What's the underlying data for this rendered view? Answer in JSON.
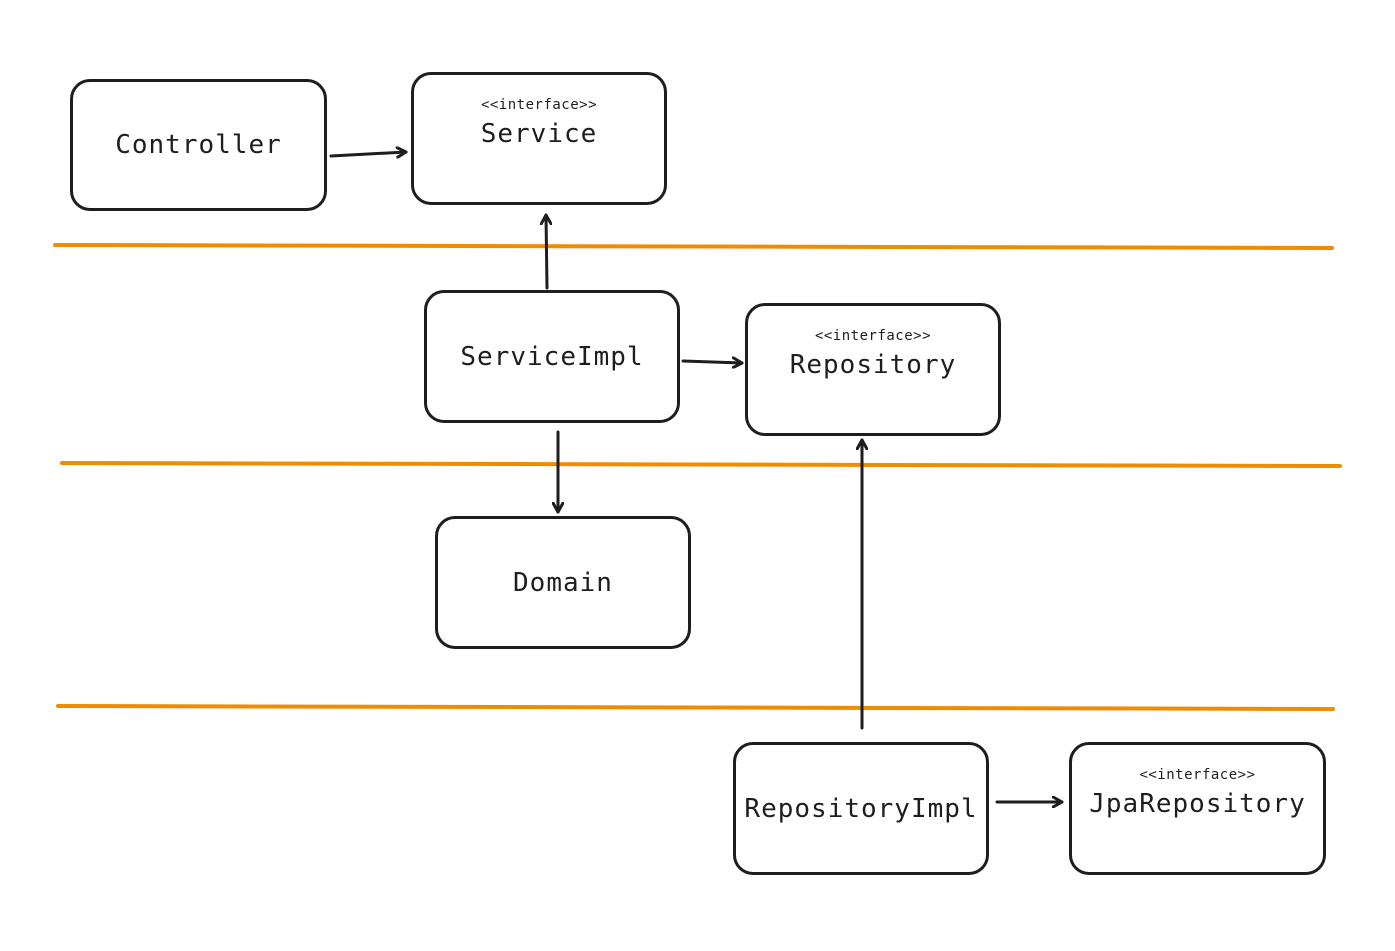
{
  "colors": {
    "stroke": "#1e1e1e",
    "layer_divider": "#f08c00",
    "background": "#ffffff"
  },
  "boxes": {
    "controller": {
      "label": "Controller"
    },
    "service": {
      "stereotype": "<<interface>>",
      "label": "Service"
    },
    "service_impl": {
      "label": "ServiceImpl"
    },
    "repository": {
      "stereotype": "<<interface>>",
      "label": "Repository"
    },
    "domain": {
      "label": "Domain"
    },
    "repository_impl": {
      "label": "RepositoryImpl"
    },
    "jpa_repository": {
      "stereotype": "<<interface>>",
      "label": "JpaRepository"
    }
  },
  "edges": [
    {
      "from": "controller",
      "to": "service"
    },
    {
      "from": "service_impl",
      "to": "service"
    },
    {
      "from": "service_impl",
      "to": "repository"
    },
    {
      "from": "service_impl",
      "to": "domain"
    },
    {
      "from": "repository_impl",
      "to": "repository"
    },
    {
      "from": "repository_impl",
      "to": "jpa_repository"
    }
  ]
}
